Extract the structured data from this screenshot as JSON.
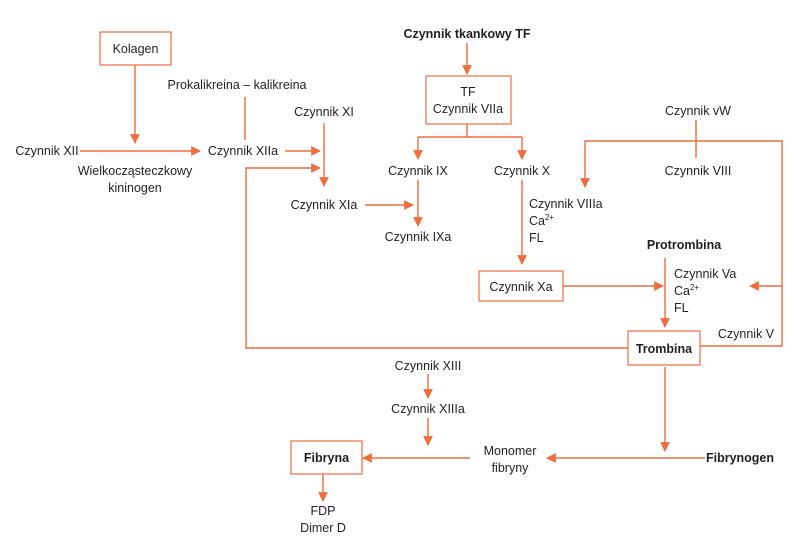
{
  "nodes": {
    "kolagen": "Kolagen",
    "prokalikreina": "Prokalikreina – kalikreina",
    "czynnik_xii": "Czynnik XII",
    "wielkoczasteczkowy_1": "Wielkocząsteczkowy",
    "wielkoczasteczkowy_2": "kininogen",
    "czynnik_xiia": "Czynnik XIIa",
    "czynnik_xi": "Czynnik XI",
    "czynnik_xia": "Czynnik XIa",
    "czynnik_tkankowy": "Czynnik tkankowy TF",
    "tf": "TF",
    "czynnik_viia": "Czynnik VIIa",
    "czynnik_ix": "Czynnik IX",
    "czynnik_x": "Czynnik X",
    "czynnik_ixa": "Czynnik IXa",
    "czynnik_vw": "Czynnik vW",
    "czynnik_viii": "Czynnik VIII",
    "czynnik_viiia": "Czynnik VIIIa",
    "ca_1": "Ca",
    "ca_sup_1": "2+",
    "fl_1": "FL",
    "protrombina": "Protrombina",
    "czynnik_xa": "Czynnik Xa",
    "czynnik_va": "Czynnik Va",
    "ca_2": "Ca",
    "ca_sup_2": "2+",
    "fl_2": "FL",
    "czynnik_v": "Czynnik V",
    "trombina": "Trombina",
    "czynnik_xiii": "Czynnik XIII",
    "czynnik_xiiia": "Czynnik XIIIa",
    "fibryna": "Fibryna",
    "monomer_1": "Monomer",
    "monomer_2": "fibryny",
    "fibrynogen": "Fibrynogen",
    "fdp": "FDP",
    "dimer_d": "Dimer D"
  },
  "colors": {
    "accent": "#ef6c3d",
    "text": "#231f20",
    "background": "#ffffff"
  }
}
